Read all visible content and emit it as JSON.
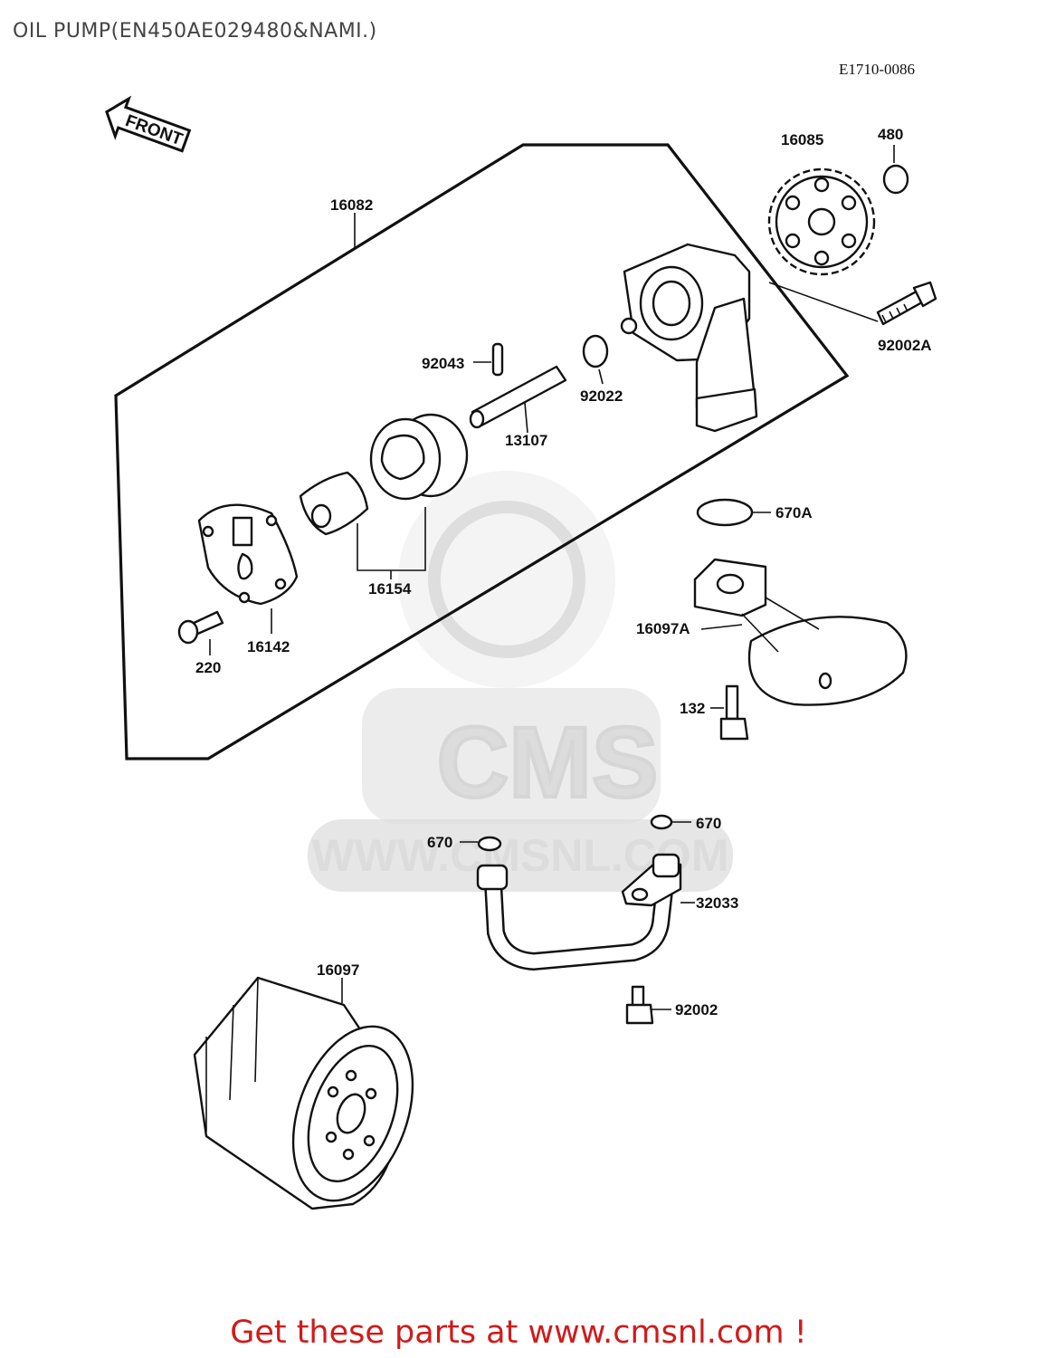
{
  "page_title": "OIL PUMP(EN450AE029480&NAMI.)",
  "figure_code": "E1710-0086",
  "front_arrow_text": "FRONT",
  "watermark": {
    "logo": "CMS",
    "url": "WWW.CMSNL.COM"
  },
  "part_labels": {
    "p16082": "16082",
    "p16085": "16085",
    "p480": "480",
    "p92002A": "92002A",
    "p92043": "92043",
    "p92022": "92022",
    "p13107": "13107",
    "p670A": "670A",
    "p16154": "16154",
    "p16142": "16142",
    "p220": "220",
    "p16097A": "16097A",
    "p132": "132",
    "p670_left": "670",
    "p670_right": "670",
    "p32033": "32033",
    "p16097": "16097",
    "p92002": "92002"
  },
  "footer_text": "Get these parts at www.cmsnl.com !"
}
